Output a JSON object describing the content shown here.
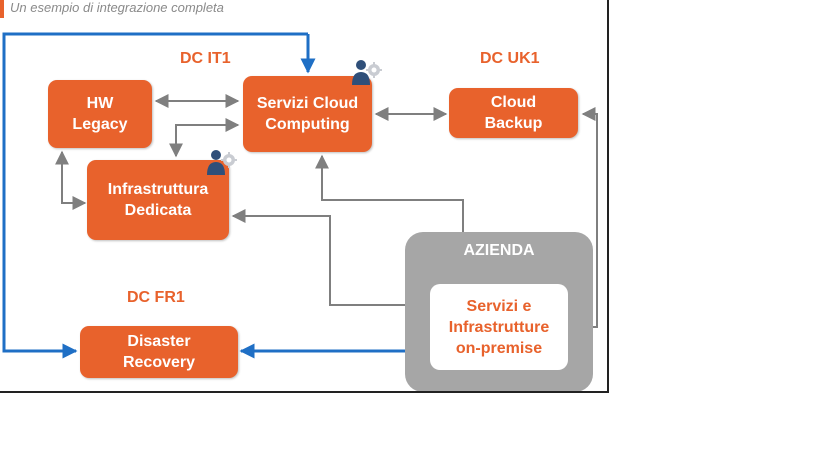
{
  "subtitle": "Un esempio di integrazione completa",
  "datacenters": {
    "it1": "DC IT1",
    "uk1": "DC UK1",
    "fr1": "DC FR1"
  },
  "nodes": {
    "hw_legacy": "HW\nLegacy",
    "servizi_cloud": "Servizi Cloud\nComputing",
    "cloud_backup": "Cloud\nBackup",
    "infrastruttura": "Infrastruttura\nDedicata",
    "disaster_recovery": "Disaster\nRecovery",
    "azienda": "AZIENDA",
    "on_premise": "Servizi e\nInfrastrutture\non-premise"
  },
  "icons": [
    "user-gear-icon",
    "user-gear-icon"
  ],
  "colors": {
    "orange": "#e8622c",
    "gray_connector": "#7f7f7f",
    "blue_connector": "#1f6fc5",
    "azienda_gray": "#a6a6a6"
  }
}
